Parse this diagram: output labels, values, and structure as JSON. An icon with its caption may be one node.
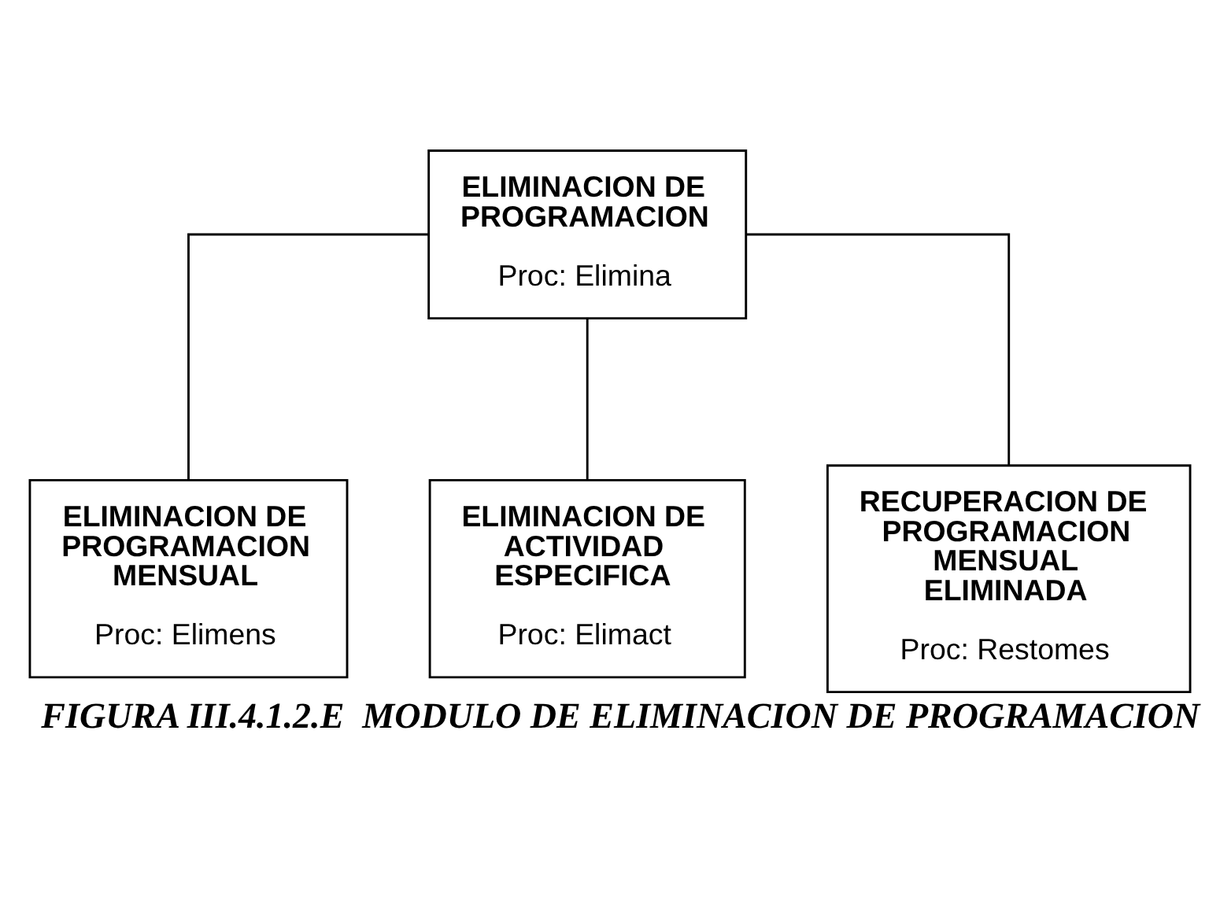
{
  "diagram": {
    "caption": "FIGURA III.4.1.2.E  MODULO DE ELIMINACION DE PROGRAMACION",
    "nodes": [
      {
        "text": [
          "ELIMINACION DE PROGRAMACION",
          "Proc: Elimina"
        ]
      },
      {
        "text": [
          "ELIMINACION DE PROGRAMACION MENSUAL",
          "Proc: Elimens"
        ]
      },
      {
        "text": [
          "ELIMINACION DE ACTIVIDAD ESPECIFICA",
          "Proc: Elimact"
        ]
      },
      {
        "text": [
          "RECUPERACION DE PROGRAMACION MENSUAL ELIMINADA",
          "Proc: Restomes"
        ]
      }
    ],
    "edges": [
      {
        "from": 0,
        "to": 1,
        "arrow": "none"
      },
      {
        "from": 0,
        "to": 2,
        "arrow": "none"
      },
      {
        "from": 0,
        "to": 3,
        "arrow": "none"
      }
    ]
  }
}
